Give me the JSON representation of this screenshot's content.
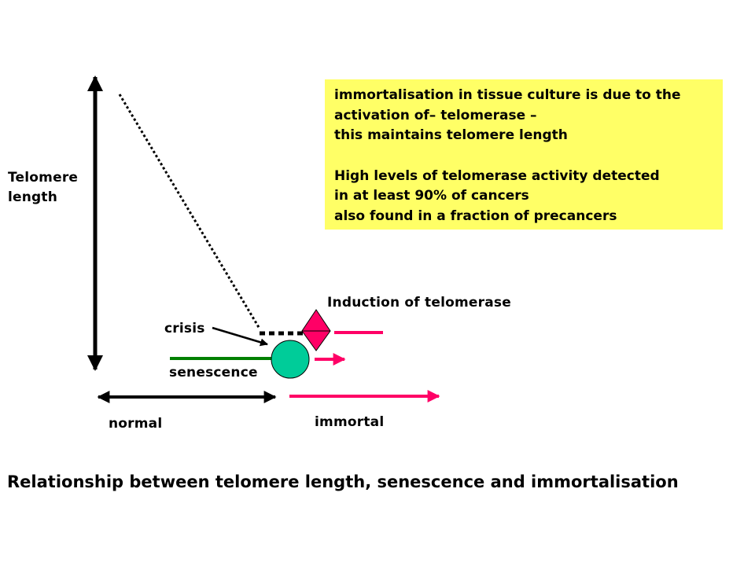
{
  "y_axis_label": [
    "Telomere",
    "length"
  ],
  "labels": {
    "crisis": "crisis",
    "senescence": "senescence",
    "induction": "Induction of telomerase",
    "normal": "normal",
    "immortal": "immortal"
  },
  "info_box": {
    "lines1": [
      "immortalisation in tissue culture is due to the",
      "activation of– telomerase –",
      "this maintains telomere length"
    ],
    "lines2": [
      "High levels of telomerase activity detected",
      "in at least 90% of cancers",
      "also found in a fraction of precancers"
    ],
    "background": "#ffff66"
  },
  "caption": "Relationship between telomere length, senescence and immortalisation",
  "colors": {
    "senescence_line": "#008000",
    "cell_circle": "#00cc99",
    "telomerase_marker": "#ff0066",
    "axis_arrows": "#000000"
  },
  "icons": {
    "cell": "circle",
    "telomerase": "diamond"
  }
}
